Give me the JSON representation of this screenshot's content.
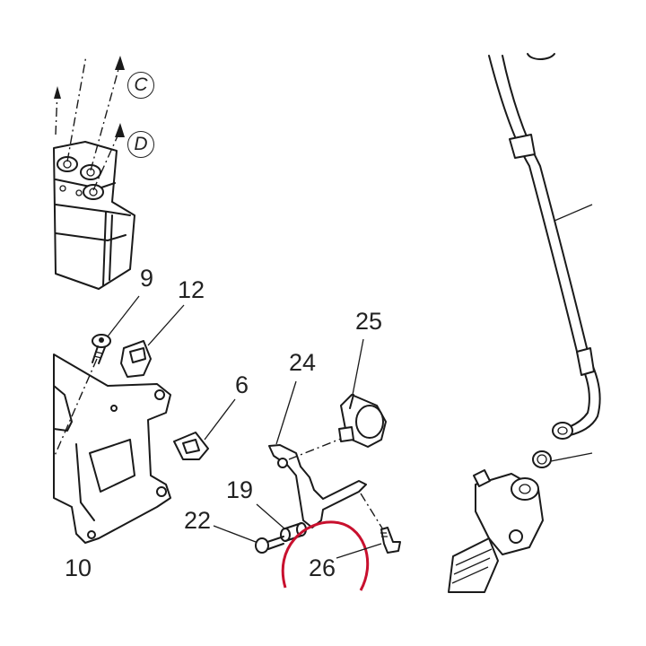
{
  "callouts": {
    "c": "C",
    "d": "D",
    "p9": "9",
    "p12": "12",
    "p6": "6",
    "p24": "24",
    "p25": "25",
    "p19": "19",
    "p22": "22",
    "p26": "26",
    "p10": "10"
  },
  "colors": {
    "line": "#1a1a1a",
    "highlight_ring": "#c8102e",
    "background": "#ffffff"
  }
}
